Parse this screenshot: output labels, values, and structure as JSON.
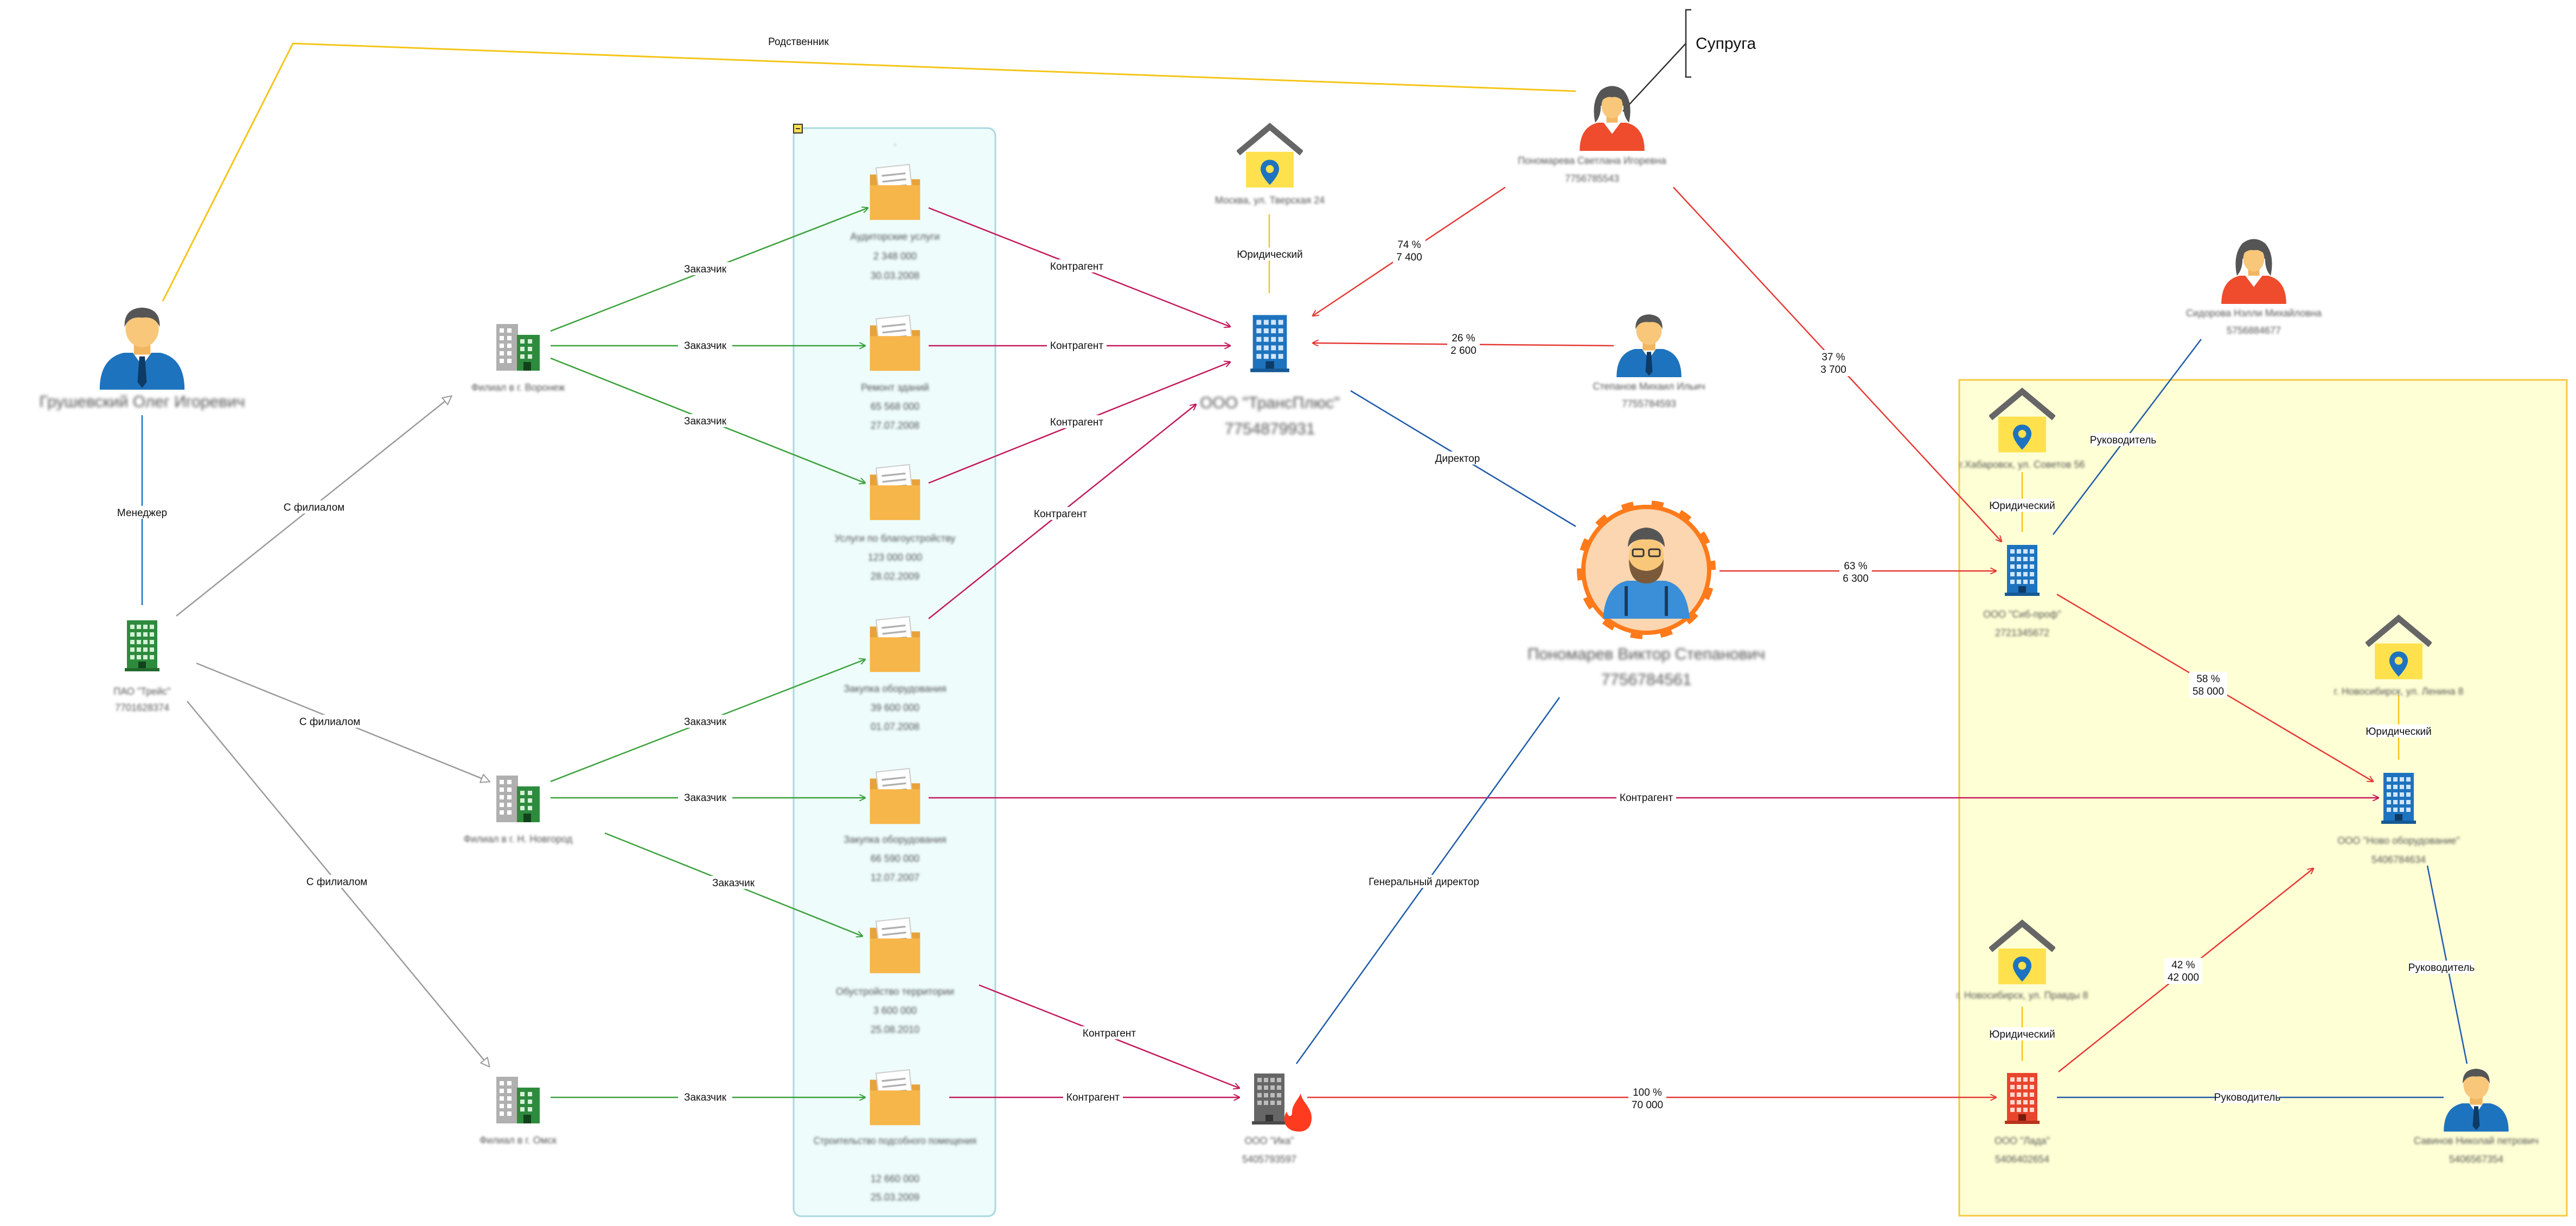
{
  "callout": {
    "text": "Супруга"
  },
  "edges": {
    "relative": "Родственник",
    "manager": "Менеджер",
    "branch": "С филиалом",
    "customer": "Заказчик",
    "counterparty": "Контрагент",
    "legal": "Юридический",
    "director": "Директор",
    "general_director": "Генеральный директор",
    "head": "Руководитель",
    "share_74": "74 %",
    "share_74_amount": "7 400",
    "share_26": "26 %",
    "share_26_amount": "2 600",
    "share_37": "37 %",
    "share_37_amount": "3 700",
    "share_63": "63 %",
    "share_63_amount": "6 300",
    "share_58": "58 %",
    "share_58_amount": "58 000",
    "share_42": "42 %",
    "share_42_amount": "42 000",
    "share_100": "100 %",
    "share_100_amount": "70 000"
  },
  "nodes": {
    "person_gr": {
      "name": "Грушевский Олег Игоревич"
    },
    "pao": {
      "name": "ПАО \"Трейс\"",
      "id": "7701628374"
    },
    "branch_vrn": {
      "name": "Филиал в г. Воронеж"
    },
    "branch_nn": {
      "name": "Филиал в г. Н. Новгород"
    },
    "branch_omsk": {
      "name": "Филиал в г. Омск"
    },
    "contract_1": {
      "name": "Аудиторские услуги",
      "amount": "2 348 000",
      "date": "30.03.2008"
    },
    "contract_2": {
      "name": "Ремонт зданий",
      "amount": "65 568 000",
      "date": "27.07.2008"
    },
    "contract_3": {
      "name": "Услуги по благоустройству",
      "amount": "123 000 000",
      "date": "28.02.2009"
    },
    "contract_4": {
      "name": "Закупка оборудования",
      "amount": "39 600 000",
      "date": "01.07.2008"
    },
    "contract_5": {
      "name": "Закупка оборудования",
      "amount": "66 590 000",
      "date": "12.07.2007"
    },
    "contract_6": {
      "name": "Обустройство территории",
      "amount": "3 600 000",
      "date": "25.08.2010"
    },
    "contract_7": {
      "name": "Строительство подсобного помещения",
      "amount": "12 660 000",
      "date": "25.03.2009"
    },
    "addr_moscow": {
      "name": "Москва, ул. Тверская 24"
    },
    "company_tp": {
      "name": "ООО \"ТрансПлюс\"",
      "id": "7754879931"
    },
    "person_sv": {
      "name": "Пономарева Светлана Игоревна",
      "id": "7756785543"
    },
    "person_sm": {
      "name": "Степанов Михаил Ильич",
      "id": "7755784593"
    },
    "person_vp": {
      "name": "Пономарев Виктор Степанович",
      "id": "7756784561"
    },
    "company_ika": {
      "name": "ООО \"Ика\"",
      "id": "5405793597"
    },
    "person_ns": {
      "name": "Сидорова Нэлли Михайловна",
      "id": "5756884677"
    },
    "addr_khab": {
      "name": "г.Хабаровск, ул. Советов 56"
    },
    "company_sm": {
      "name": "ООО \"Сиб-проф\"",
      "id": "2721345672"
    },
    "addr_nsk": {
      "name": "г. Новосибирск, ул. Ленина 8"
    },
    "company_no": {
      "name": "ООО \"Ново оборудование\"",
      "id": "5406784634"
    },
    "addr_nsk2": {
      "name": "г. Новосибирск, ул. Правды 8"
    },
    "company_la": {
      "name": "ООО \"Лада\"",
      "id": "5406402654"
    },
    "person_np": {
      "name": "Савинов Николай петрович",
      "id": "5406567354"
    }
  },
  "colors": {
    "relative": "#f5c518",
    "branch": "#9a9a9a",
    "customer": "#3aa13a",
    "counterparty": "#c2185b",
    "ownership": "#e53935",
    "director": "#1e5aa8",
    "group_cyan_fill": "#eefcfc",
    "group_cyan_border": "#a9d8de",
    "group_yellow_fill": "#ffffd6",
    "group_yellow_border": "#f5c842",
    "building_blue": "#1e73be",
    "building_green": "#2e8b3e",
    "building_red": "#e8452c",
    "building_gray": "#666666",
    "folder": "#f7b64a",
    "marker_house": "#ffe14d"
  }
}
